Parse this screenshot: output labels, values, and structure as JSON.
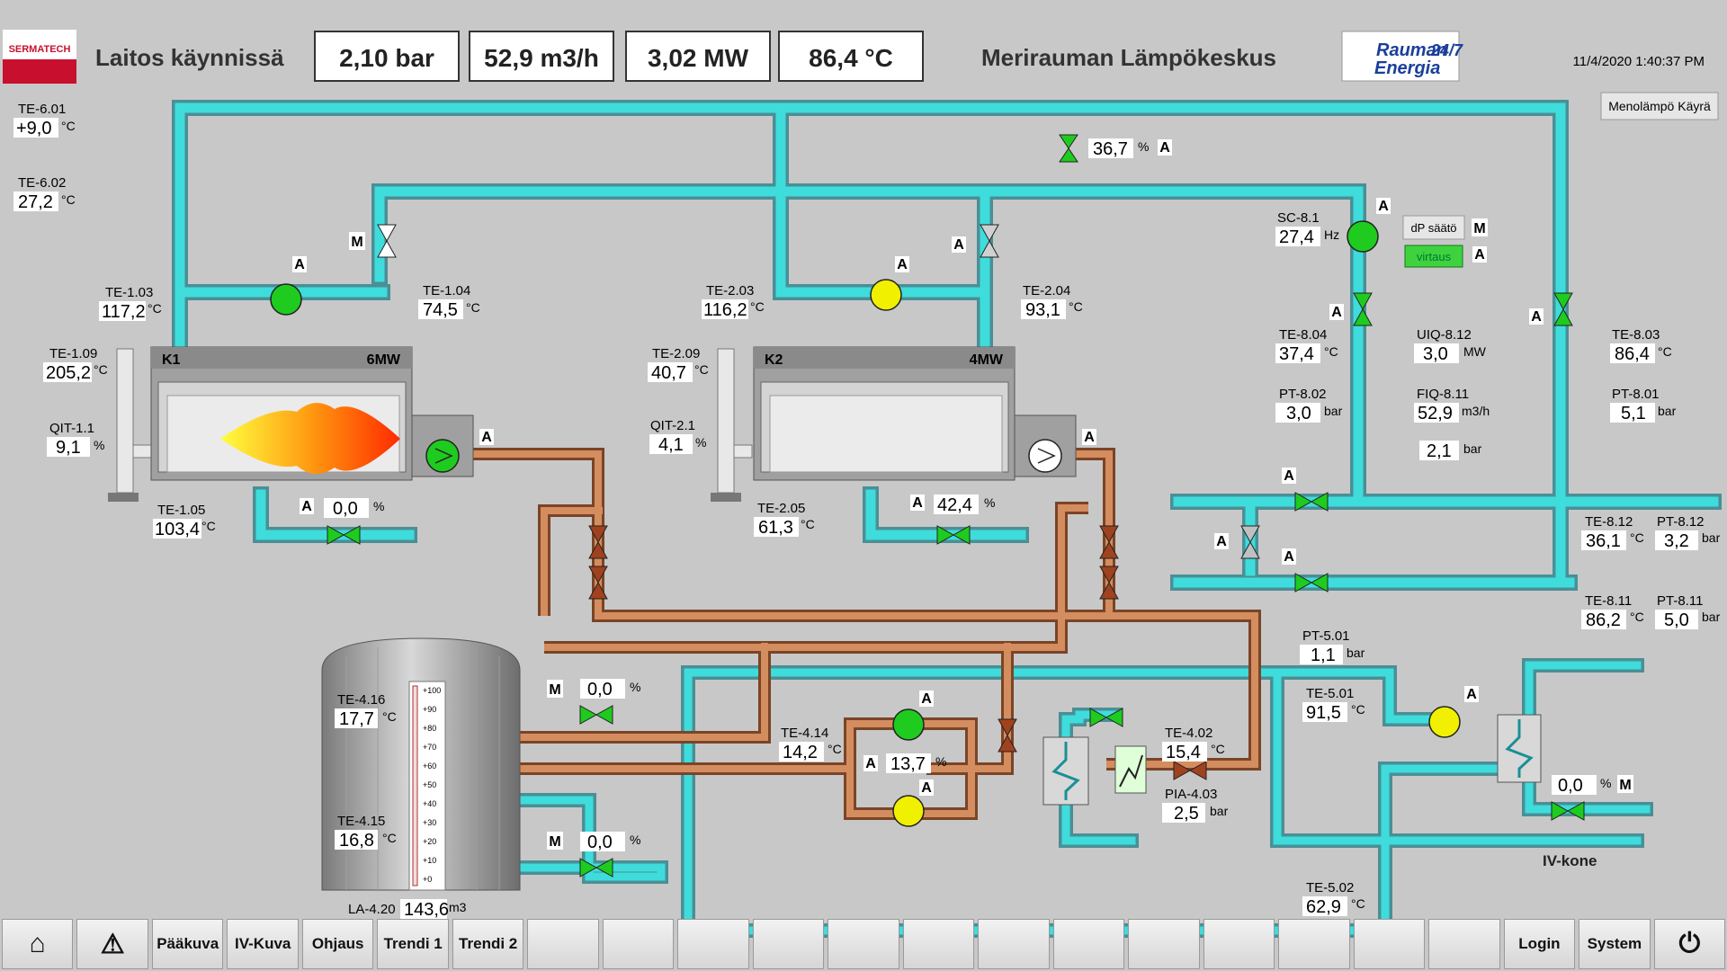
{
  "header": {
    "logo_text": "SERMATECH",
    "status": "Laitos käynnissä",
    "pressure": "2,10 bar",
    "flow": "52,9 m3/h",
    "power": "3,02 MW",
    "temperature": "86,4 °C",
    "plant_name": "Merirauman Lämpökeskus",
    "brand_line1": "Rauman",
    "brand_line2": "Energia",
    "brand_badge": "24/7",
    "datetime": "11/4/2020 1:40:37 PM"
  },
  "top_button": "Menolämpö Käyrä",
  "boilers": {
    "k1_name": "K1",
    "k1_rating": "6MW",
    "k2_name": "K2",
    "k2_rating": "4MW"
  },
  "sensors": {
    "te601": {
      "tag": "TE-6.01",
      "value": "+9,0",
      "unit": "°C"
    },
    "te602": {
      "tag": "TE-6.02",
      "value": "27,2",
      "unit": "°C"
    },
    "te103": {
      "tag": "TE-1.03",
      "value": "117,2",
      "unit": "°C"
    },
    "te104": {
      "tag": "TE-1.04",
      "value": "74,5",
      "unit": "°C"
    },
    "te109": {
      "tag": "TE-1.09",
      "value": "205,2",
      "unit": "°C"
    },
    "qit11": {
      "tag": "QIT-1.1",
      "value": "9,1",
      "unit": "%"
    },
    "te105": {
      "tag": "TE-1.05",
      "value": "103,4",
      "unit": "°C"
    },
    "k1valve": {
      "value": "0,0",
      "unit": "%"
    },
    "te203": {
      "tag": "TE-2.03",
      "value": "116,2",
      "unit": "°C"
    },
    "te204": {
      "tag": "TE-2.04",
      "value": "93,1",
      "unit": "°C"
    },
    "te209": {
      "tag": "TE-2.09",
      "value": "40,7",
      "unit": "°C"
    },
    "qit21": {
      "tag": "QIT-2.1",
      "value": "4,1",
      "unit": "%"
    },
    "te205": {
      "tag": "TE-2.05",
      "value": "61,3",
      "unit": "°C"
    },
    "k2valve": {
      "value": "42,4",
      "unit": "%"
    },
    "topvalve": {
      "value": "36,7",
      "unit": "%"
    },
    "sc81": {
      "tag": "SC-8.1",
      "value": "27,4",
      "unit": "Hz"
    },
    "te804": {
      "tag": "TE-8.04",
      "value": "37,4",
      "unit": "°C"
    },
    "uiq812": {
      "tag": "UIQ-8.12",
      "value": "3,0",
      "unit": "MW"
    },
    "te803": {
      "tag": "TE-8.03",
      "value": "86,4",
      "unit": "°C"
    },
    "pt802": {
      "tag": "PT-8.02",
      "value": "3,0",
      "unit": "bar"
    },
    "fiq811": {
      "tag": "FIQ-8.11",
      "value": "52,9",
      "unit": "m3/h"
    },
    "pt801": {
      "tag": "PT-8.01",
      "value": "5,1",
      "unit": "bar"
    },
    "dp": {
      "value": "2,1",
      "unit": "bar"
    },
    "te812": {
      "tag": "TE-8.12",
      "value": "36,1",
      "unit": "°C"
    },
    "pt812": {
      "tag": "PT-8.12",
      "value": "3,2",
      "unit": "bar"
    },
    "te811": {
      "tag": "TE-8.11",
      "value": "86,2",
      "unit": "°C"
    },
    "pt811": {
      "tag": "PT-8.11",
      "value": "5,0",
      "unit": "bar"
    },
    "pt501": {
      "tag": "PT-5.01",
      "value": "1,1",
      "unit": "bar"
    },
    "te501": {
      "tag": "TE-5.01",
      "value": "91,5",
      "unit": "°C"
    },
    "te502": {
      "tag": "TE-5.02",
      "value": "62,9",
      "unit": "°C"
    },
    "ivvalve": {
      "value": "0,0",
      "unit": "%"
    },
    "te416": {
      "tag": "TE-4.16",
      "value": "17,7",
      "unit": "°C"
    },
    "te415": {
      "tag": "TE-4.15",
      "value": "16,8",
      "unit": "°C"
    },
    "la420": {
      "tag": "LA-4.20",
      "value": "143,6",
      "unit": "m3"
    },
    "tankvalve1": {
      "value": "0,0",
      "unit": "%"
    },
    "tankvalve2": {
      "value": "0,0",
      "unit": "%"
    },
    "te414": {
      "tag": "TE-4.14",
      "value": "14,2",
      "unit": "°C"
    },
    "loopvalve": {
      "value": "13,7",
      "unit": "%"
    },
    "te402": {
      "tag": "TE-4.02",
      "value": "15,4",
      "unit": "°C"
    },
    "pia403": {
      "tag": "PIA-4.03",
      "value": "2,5",
      "unit": "bar"
    }
  },
  "modes": {
    "auto": "A",
    "manual": "M"
  },
  "dp_control": {
    "label": "dP säätö",
    "button": "virtaus"
  },
  "iv_label": "IV-kone",
  "tank_scale": [
    "+100",
    "+90",
    "+80",
    "+70",
    "+60",
    "+50",
    "+40",
    "+30",
    "+20",
    "+10",
    "+0"
  ],
  "colors": {
    "water_cold": "#3fdcdc",
    "water_hot_pipe": "#c8784a",
    "pump_on": "#1ecb1e",
    "pump_standby": "#f0f000",
    "valve_open": "#1ecb1e",
    "background": "#c8c8c8"
  },
  "footer": {
    "home": "home-icon",
    "alarm": "warning-icon",
    "b1": "Pääkuva",
    "b2": "IV-Kuva",
    "b3": "Ohjaus",
    "b4": "Trendi 1",
    "b5": "Trendi 2",
    "login": "Login",
    "system": "System",
    "power": "power-icon"
  }
}
